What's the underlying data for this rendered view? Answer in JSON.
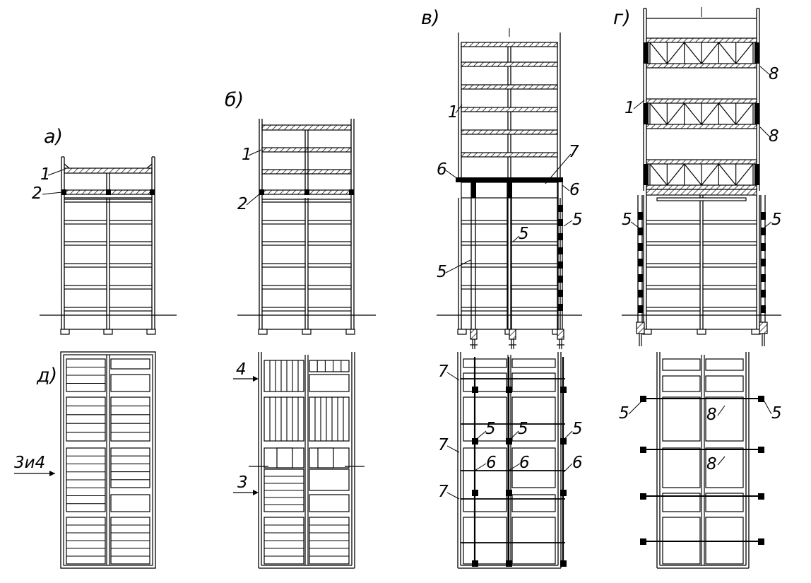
{
  "diagram": {
    "panels": [
      {
        "id": "a",
        "label": "а)"
      },
      {
        "id": "b",
        "label": "б)"
      },
      {
        "id": "v",
        "label": "в)"
      },
      {
        "id": "g",
        "label": "г)"
      },
      {
        "id": "d",
        "label": "д)"
      }
    ],
    "callouts": {
      "n1": "1",
      "n2": "2",
      "n3": "3",
      "n4": "4",
      "n3and4": "3и4",
      "n5": "5",
      "n6": "6",
      "n7": "7",
      "n8": "8"
    },
    "colors": {
      "ink": "#000000",
      "paper": "#ffffff"
    }
  }
}
